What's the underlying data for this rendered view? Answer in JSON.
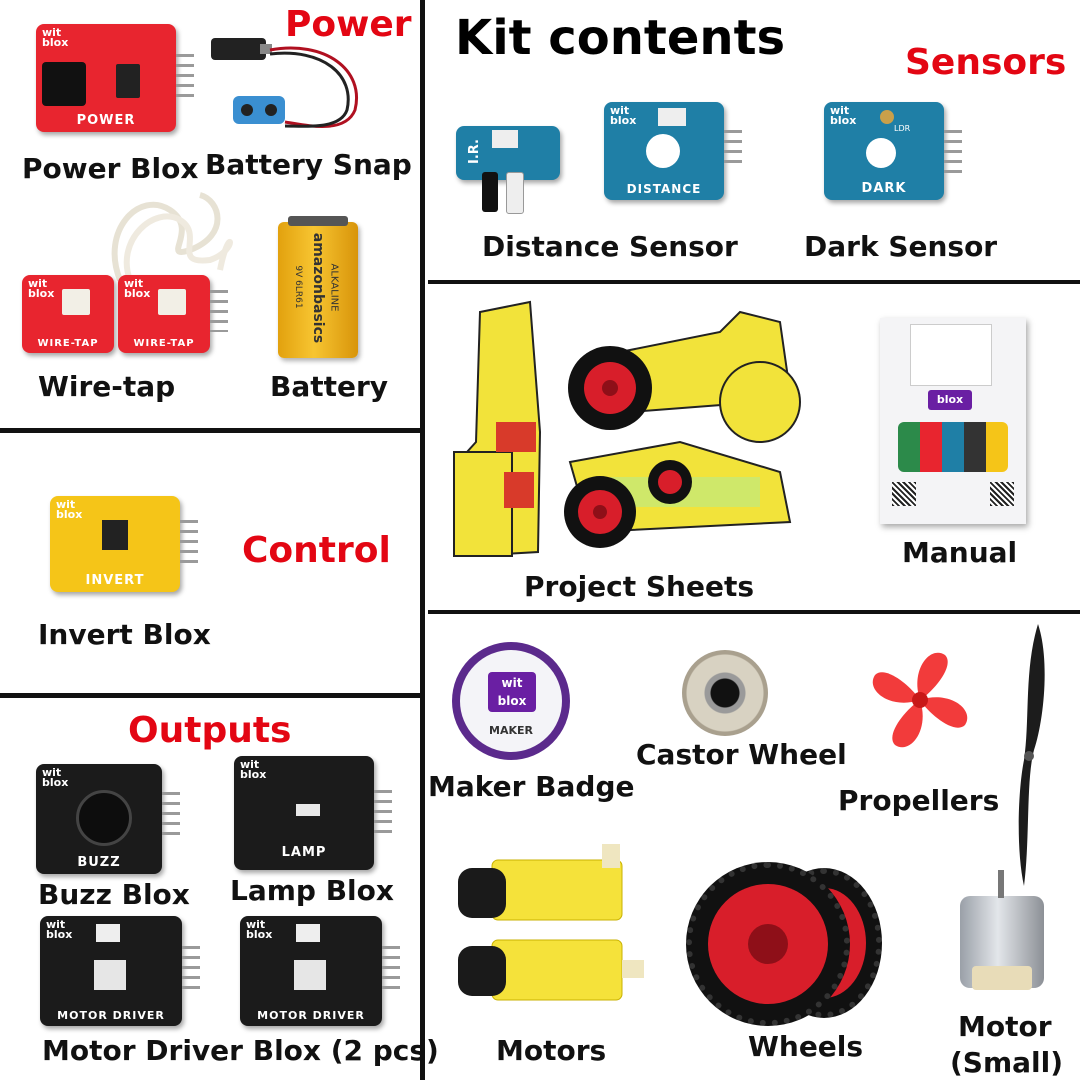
{
  "sections": {
    "power": "Power",
    "kit_contents": "Kit contents",
    "sensors": "Sensors",
    "control": "Control",
    "outputs": "Outputs"
  },
  "items": {
    "power_blox": "Power Blox",
    "battery_snap": "Battery Snap",
    "wire_tap": "Wire-tap",
    "battery": "Battery",
    "invert_blox": "Invert Blox",
    "buzz_blox": "Buzz Blox",
    "lamp_blox": "Lamp Blox",
    "motor_driver_blox": "Motor Driver Blox (2 pcs)",
    "distance_sensor": "Distance Sensor",
    "dark_sensor": "Dark Sensor",
    "project_sheets": "Project Sheets",
    "manual": "Manual",
    "maker_badge": "Maker Badge",
    "castor_wheel": "Castor Wheel",
    "propellers": "Propellers",
    "motors": "Motors",
    "wheels": "Wheels",
    "motor_small_1": "Motor",
    "motor_small_2": "(Small)"
  },
  "board_text": {
    "brand_top": "wit",
    "brand_bottom": "blox",
    "power": "POWER",
    "wire_tap": "WIRE-TAP",
    "invert": "INVERT",
    "buzz": "BUZZ",
    "lamp": "LAMP",
    "motor_driver": "MOTOR DRIVER",
    "ir": "I.R.",
    "distance": "DISTANCE",
    "dark": "DARK",
    "ldr": "LDR",
    "battery_brand": "amazonbasics",
    "battery_type": "ALKALINE",
    "battery_model": "9V 6LR61",
    "badge": "MAKER"
  },
  "colors": {
    "accent_red": "#e30613",
    "board_red": "#e8252f",
    "board_blue": "#1f7fa6",
    "board_yellow": "#f5c518",
    "board_black": "#1b1b1b"
  }
}
